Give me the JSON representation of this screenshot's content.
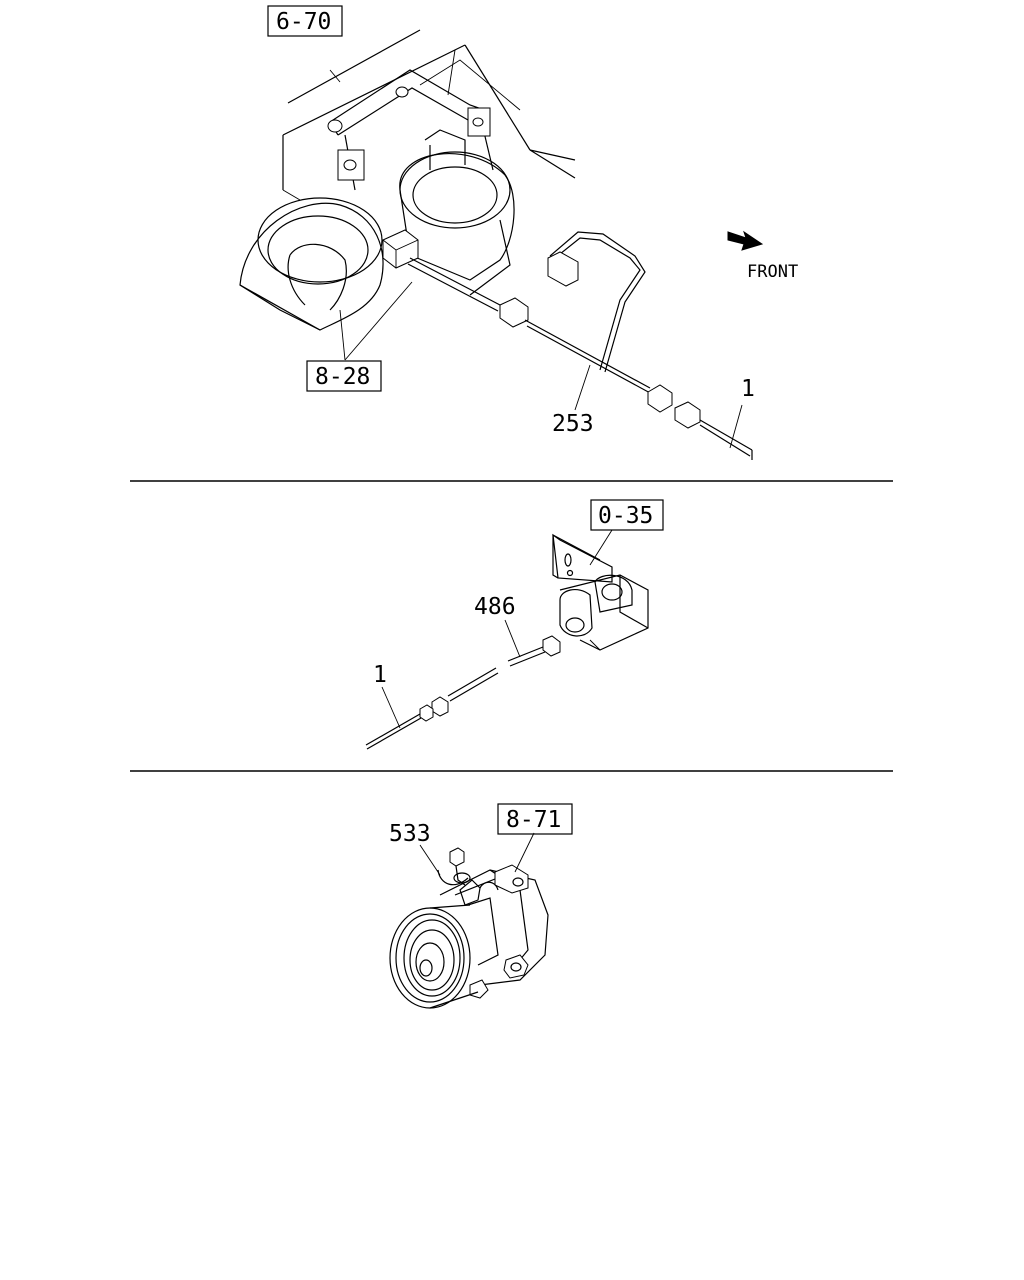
{
  "sections": {
    "top": {
      "ref_boxes": [
        "6-70",
        "8-28"
      ],
      "part_numbers": [
        "253",
        "1"
      ],
      "direction_label": "FRONT"
    },
    "middle": {
      "ref_boxes": [
        "0-35"
      ],
      "part_numbers": [
        "486",
        "1"
      ]
    },
    "bottom": {
      "ref_boxes": [
        "8-71"
      ],
      "part_numbers": [
        "533"
      ]
    }
  }
}
